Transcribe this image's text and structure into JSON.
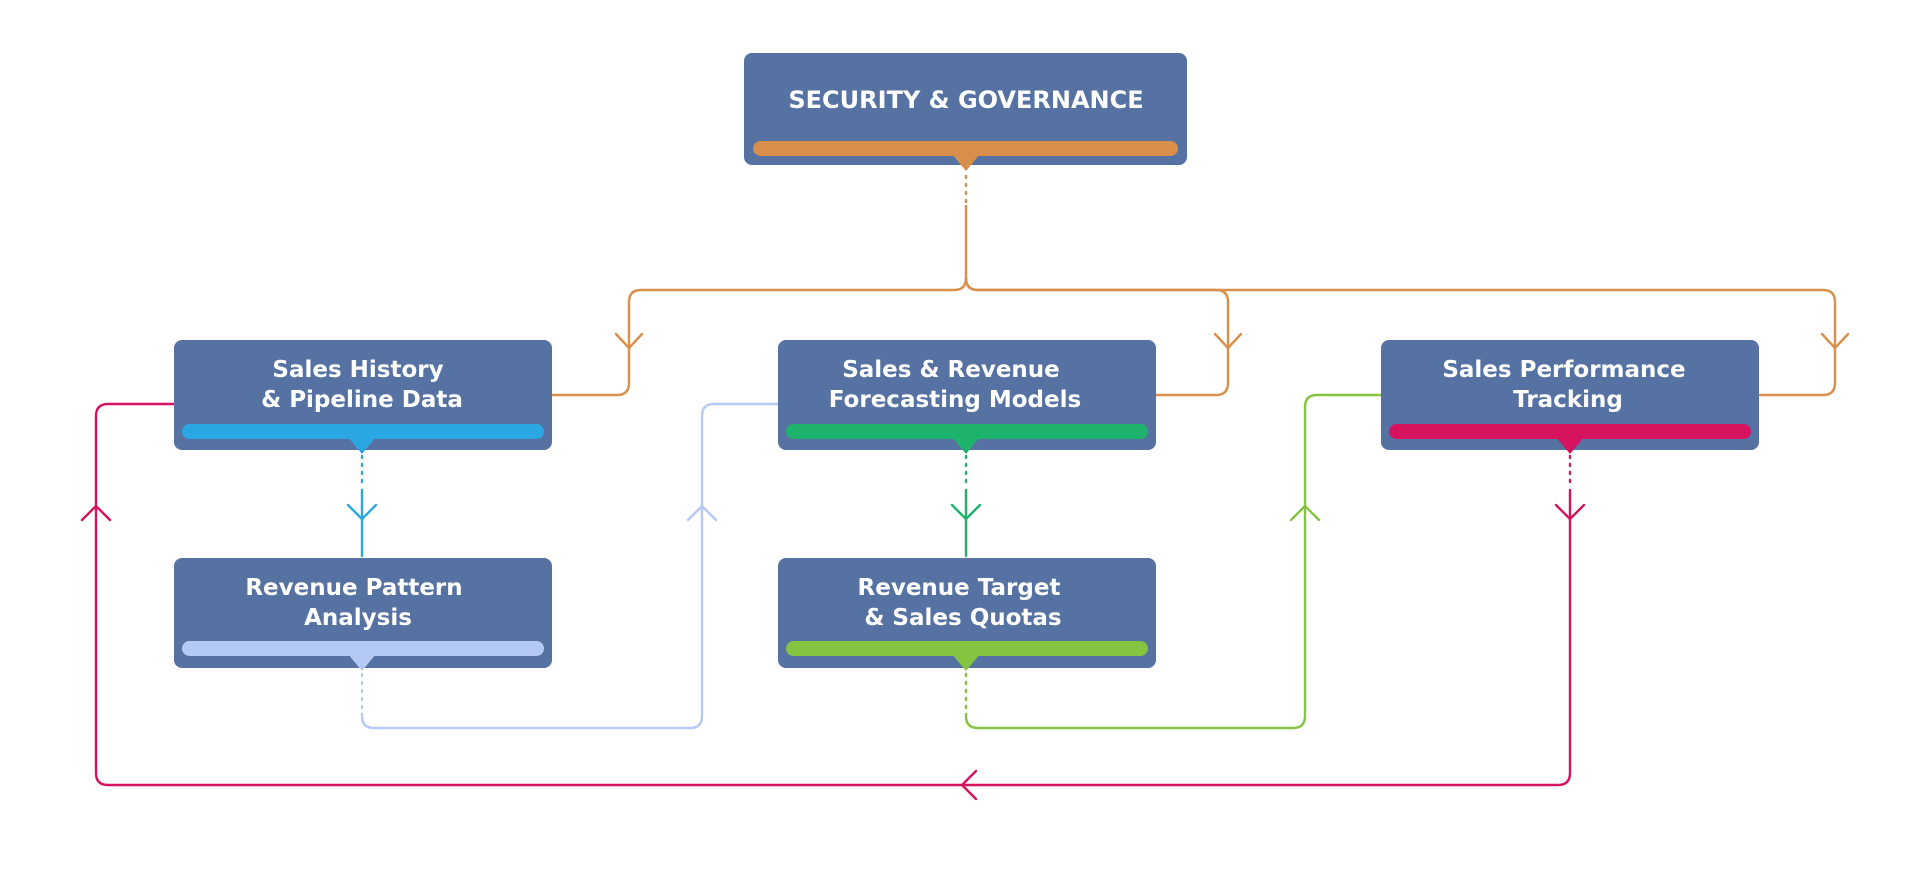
{
  "colors": {
    "node_fill": "#5672a3",
    "orange": "#d88f4c",
    "blue": "#2aa7e3",
    "light_blue": "#b4c9f4",
    "dark_green": "#1eb36c",
    "lime": "#84c440",
    "crimson": "#d5135e"
  },
  "nodes": {
    "security": {
      "line1": "SECURITY & GOVERNANCE"
    },
    "history": {
      "line1": "Sales History",
      "line2": "& Pipeline Data"
    },
    "forecasting": {
      "line1": "Sales & Revenue",
      "line2": "Forecasting Models"
    },
    "tracking": {
      "line1": "Sales Performance",
      "line2": "Tracking"
    },
    "pattern": {
      "line1": "Revenue Pattern",
      "line2": "Analysis"
    },
    "target": {
      "line1": "Revenue Target",
      "line2": "& Sales Quotas"
    }
  }
}
